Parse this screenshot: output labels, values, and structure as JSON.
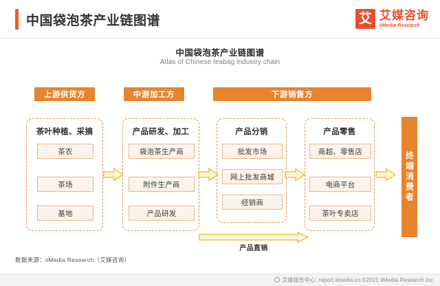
{
  "header": {
    "title": "中国袋泡茶产业链图谱",
    "logo_mark": "艾",
    "logo_cn": "艾媒咨询",
    "logo_en": "iiMedia Research"
  },
  "chart_data": {
    "type": "diagram",
    "title": "中国袋泡茶产业链图谱",
    "subtitle": "Atlas of Chinese teabag industry chain",
    "stages": [
      {
        "label": "上游供货方"
      },
      {
        "label": "中游加工方"
      },
      {
        "label": "下游销售方"
      }
    ],
    "groups": [
      {
        "title": "茶叶种植、采摘",
        "items": [
          "茶农",
          "茶场",
          "基地"
        ]
      },
      {
        "title": "产品研发、加工",
        "items": [
          "袋泡茶生产商",
          "附件生产商",
          "产品研发"
        ]
      },
      {
        "title": "产品分销",
        "items": [
          "批发市场",
          "网上批发商城",
          "经销商"
        ]
      },
      {
        "title": "产品零售",
        "items": [
          "商超、零售店",
          "电商平台",
          "茶叶专卖店"
        ]
      }
    ],
    "direct_flow_label": "产品直销",
    "terminal": "终端消费者",
    "colors": {
      "accent": "#ea5c2b",
      "stage_bar": "#e8832e",
      "group_border": "#eb8c42",
      "item_border": "#e8b98b",
      "arrow": "#f2c33c"
    }
  },
  "footer": {
    "source": "数据来源：iiMedia Research（艾媒咨询）",
    "bar_text": "艾媒报告中心: report.iimedia.cn  ©2021  iiMedia Research Inc"
  }
}
